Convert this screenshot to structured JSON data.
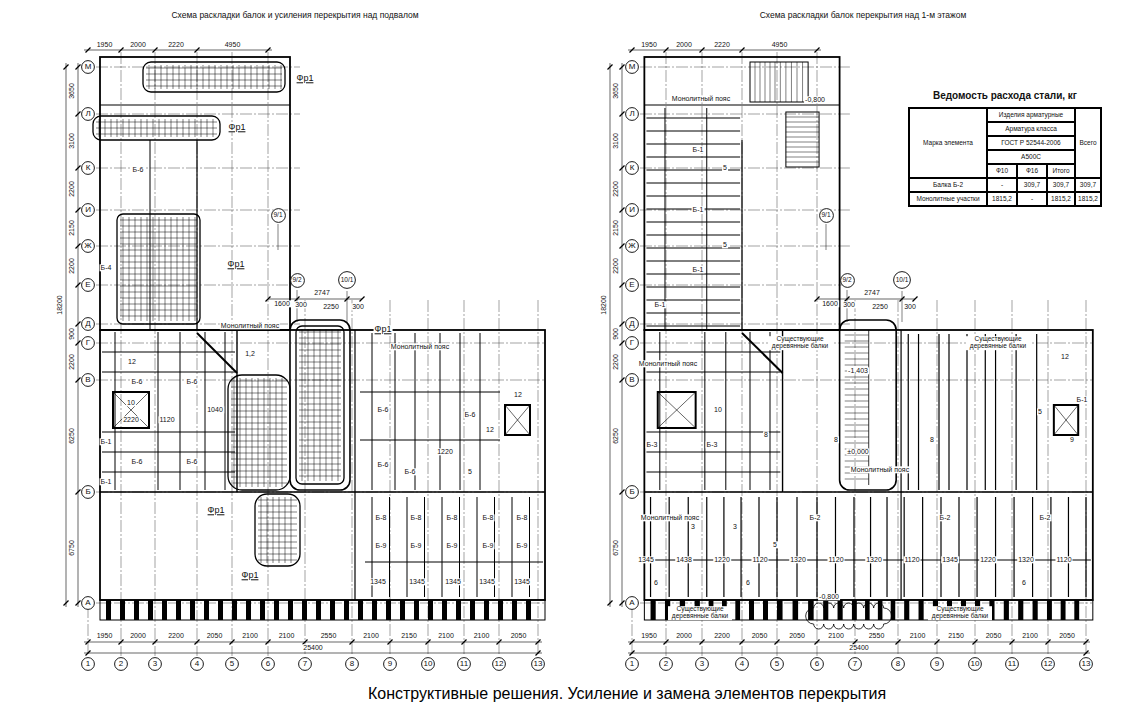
{
  "diagram": {
    "caption": "Конструктивные решения. Усиление и замена элементов перекрытия",
    "nodes": [
      {
        "text": [
          "М"
        ]
      },
      {
        "text": [
          "Л"
        ]
      },
      {
        "text": [
          "К"
        ]
      },
      {
        "text": [
          "И"
        ]
      },
      {
        "text": [
          "Ж"
        ]
      },
      {
        "text": [
          "Е"
        ]
      },
      {
        "text": [
          "Д"
        ]
      },
      {
        "text": [
          "Г"
        ]
      },
      {
        "text": [
          "В"
        ]
      },
      {
        "text": [
          "Б"
        ]
      },
      {
        "text": [
          "А"
        ]
      },
      {
        "text": [
          "1"
        ]
      },
      {
        "text": [
          "2"
        ]
      },
      {
        "text": [
          "3"
        ]
      },
      {
        "text": [
          "4"
        ]
      },
      {
        "text": [
          "5"
        ]
      },
      {
        "text": [
          "6"
        ]
      },
      {
        "text": [
          "7"
        ]
      },
      {
        "text": [
          "8"
        ]
      },
      {
        "text": [
          "9"
        ]
      },
      {
        "text": [
          "10"
        ]
      },
      {
        "text": [
          "11"
        ]
      },
      {
        "text": [
          "12"
        ]
      },
      {
        "text": [
          "13"
        ]
      },
      {
        "text": [
          "9/1"
        ]
      },
      {
        "text": [
          "9/2"
        ]
      },
      {
        "text": [
          "10/1"
        ]
      },
      {
        "text": [
          "М"
        ]
      },
      {
        "text": [
          "Л"
        ]
      },
      {
        "text": [
          "К"
        ]
      },
      {
        "text": [
          "И"
        ]
      },
      {
        "text": [
          "Ж"
        ]
      },
      {
        "text": [
          "Е"
        ]
      },
      {
        "text": [
          "Д"
        ]
      },
      {
        "text": [
          "Г"
        ]
      },
      {
        "text": [
          "В"
        ]
      },
      {
        "text": [
          "Б"
        ]
      },
      {
        "text": [
          "А"
        ]
      },
      {
        "text": [
          "1"
        ]
      },
      {
        "text": [
          "2"
        ]
      },
      {
        "text": [
          "3"
        ]
      },
      {
        "text": [
          "4"
        ]
      },
      {
        "text": [
          "5"
        ]
      },
      {
        "text": [
          "6"
        ]
      },
      {
        "text": [
          "7"
        ]
      },
      {
        "text": [
          "8"
        ]
      },
      {
        "text": [
          "9"
        ]
      },
      {
        "text": [
          "10"
        ]
      },
      {
        "text": [
          "11"
        ]
      },
      {
        "text": [
          "12"
        ]
      },
      {
        "text": [
          "13"
        ]
      },
      {
        "text": [
          "9/1"
        ]
      },
      {
        "text": [
          "9/2"
        ]
      },
      {
        "text": [
          "10/1"
        ]
      },
      {
        "text": [
          "Ведомость расхода стали, кг"
        ]
      },
      {
        "text": [
          "Марка элемента"
        ],
        "in": 54
      },
      {
        "text": [
          "Изделия арматурные"
        ],
        "in": 54
      },
      {
        "text": [
          "Арматура класса"
        ],
        "in": 54
      },
      {
        "text": [
          "ГОСТ Р 52544-2006"
        ],
        "in": 54
      },
      {
        "text": [
          "А500С"
        ],
        "in": 54
      },
      {
        "text": [
          "Ф10"
        ],
        "in": 54
      },
      {
        "text": [
          "Ф16"
        ],
        "in": 54
      },
      {
        "text": [
          "Итого"
        ],
        "in": 54
      },
      {
        "text": [
          "Всего"
        ],
        "in": 54
      },
      {
        "text": [
          "Балка Б-2"
        ],
        "in": 54
      },
      {
        "text": [
          "-"
        ],
        "in": 54
      },
      {
        "text": [
          "309,7"
        ],
        "in": 54
      },
      {
        "text": [
          "309,7"
        ],
        "in": 54
      },
      {
        "text": [
          "309,7"
        ],
        "in": 54
      },
      {
        "text": [
          "Монолитные участки"
        ],
        "in": 54
      },
      {
        "text": [
          "1815,2"
        ],
        "in": 54
      },
      {
        "text": [
          "-"
        ],
        "in": 54
      },
      {
        "text": [
          "1815,2"
        ],
        "in": 54
      },
      {
        "text": [
          "1815,2"
        ],
        "in": 54
      }
    ],
    "labels": [
      "Схема раскладки балок и усиления перекрытия над подвалом",
      "Схема раскладки балок перекрытия над 1-м этажом",
      "1950",
      "2000",
      "2220",
      "4950",
      "1950",
      "2000",
      "2220",
      "4950",
      "3650",
      "3100",
      "2200",
      "2150",
      "2200",
      "900",
      "2200",
      "6250",
      "6750",
      "18200",
      "3650",
      "3100",
      "2200",
      "2150",
      "2200",
      "900",
      "2200",
      "6250",
      "6750",
      "18200",
      "1950",
      "2000",
      "2200",
      "2050",
      "2100",
      "2100",
      "2550",
      "2100",
      "2150",
      "2100",
      "2100",
      "2050",
      "25400",
      "1950",
      "2000",
      "2200",
      "2050",
      "2050",
      "2100",
      "2550",
      "2100",
      "2150",
      "2050",
      "2100",
      "2050",
      "25400",
      "1600",
      "2747",
      "300",
      "2250",
      "300",
      "1600",
      "2747",
      "300",
      "2250",
      "300",
      "Фр1",
      "Фр1",
      "Фр1",
      "Фр1",
      "Фр1",
      "Фр1",
      "Монолитный пояс",
      "Монолитный пояс",
      "Б-6",
      "Б-4",
      "Б-1",
      "Б-1",
      "Б-6",
      "Б-6",
      "Б-6",
      "Б-6",
      "Б-6",
      "Б-6",
      "Б-6",
      "Б-6",
      "Б-8",
      "Б-8",
      "Б-8",
      "Б-8",
      "Б-8",
      "Б-9",
      "Б-9",
      "Б-9",
      "Б-9",
      "Б-9",
      "1345",
      "1345",
      "1345",
      "1345",
      "1345",
      "12",
      "10",
      "2220",
      "1120",
      "1040",
      "1,2",
      "1220",
      "5",
      "12",
      "12",
      "Монолитный пояс",
      "Монолитный пояс",
      "Монолитный пояс",
      "Монолитный пояс",
      "Существующие деревянные балки",
      "Существующие деревянные балки",
      "Существующие деревянные балки",
      "Существующие деревянные балки",
      "-0,800",
      "-1,403",
      "±0,000",
      "-0,800",
      "Б-1",
      "Б-1",
      "Б-1",
      "Б-1",
      "5",
      "5",
      "Б-3",
      "Б-3",
      "10",
      "8",
      "8",
      "8",
      "3",
      "3",
      "5",
      "6",
      "6",
      "6",
      "Б-2",
      "Б-2",
      "Б-2",
      "12",
      "5",
      "9",
      "Б-1",
      "1345",
      "1438",
      "1220",
      "1120",
      "1320",
      "1120",
      "1320",
      "1120",
      "1345",
      "1220",
      "1320",
      "1120"
    ]
  }
}
